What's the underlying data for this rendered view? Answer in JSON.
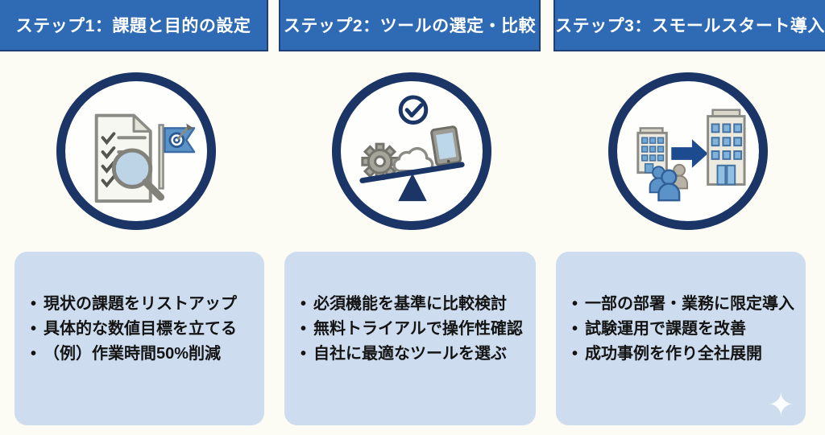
{
  "ui": {
    "bullet_char": "•",
    "sparkle_char": "✦"
  },
  "colors": {
    "canvas_bg": "#fcfcf5",
    "header_bg": "#2f6ab4",
    "header_border": "#1e4076",
    "header_text": "#ffffff",
    "circle_border": "#1a3566",
    "panel_bg": "#cdddef",
    "body_text": "#141414",
    "icon_blue": "#5b93c8",
    "icon_navy": "#1d4b8f",
    "icon_gray": "#8b8b85"
  },
  "columns": [
    {
      "id": "step-1",
      "header": "ステップ1：課題と目的の設定",
      "icon": "checklist-magnifier-flag-icon",
      "bullets": [
        "現状の課題をリストアップ",
        "具体的な数値目標を立てる",
        "（例）作業時間50%削減"
      ]
    },
    {
      "id": "step-2",
      "header": "ステップ2：ツールの選定・比較",
      "icon": "tools-balance-icon",
      "bullets": [
        "必須機能を基準に比較検討",
        "無料トライアルで操作性確認",
        "自社に最適なツールを選ぶ"
      ]
    },
    {
      "id": "step-3",
      "header": "ステップ3：スモールスタート導入",
      "icon": "small-start-rollout-icon",
      "bullets": [
        "一部の部署・業務に限定導入",
        "試験運用で課題を改善",
        "成功事例を作り全社展開"
      ]
    }
  ]
}
